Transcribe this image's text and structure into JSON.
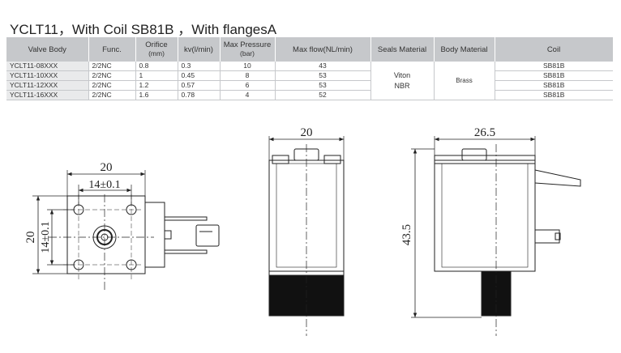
{
  "title": "YCLT11，With Coil SB81B ，With flangesA",
  "table": {
    "headers": {
      "valve_body": "Valve Body",
      "func": "Func.",
      "orifice": "Orifice",
      "orifice_unit": "(mm)",
      "kv": "kv(l/min)",
      "max_pressure": "Max Pressure",
      "max_pressure_unit": "(bar)",
      "max_flow": "Max flow(NL/min)",
      "seals": "Seals Material",
      "body_material": "Body Material",
      "coil": "Coil"
    },
    "rows": [
      {
        "valve_body": "YCLT11-08XXX",
        "func": "2/2NC",
        "orifice": "0.8",
        "kv": "0.3",
        "pressure": "10",
        "flow": "43",
        "coil": "SB81B"
      },
      {
        "valve_body": "YCLT11-10XXX",
        "func": "2/2NC",
        "orifice": "1",
        "kv": "0.45",
        "pressure": "8",
        "flow": "53",
        "coil": "SB81B"
      },
      {
        "valve_body": "YCLT11-12XXX",
        "func": "2/2NC",
        "orifice": "1.2",
        "kv": "0.57",
        "pressure": "6",
        "flow": "53",
        "coil": "SB81B"
      },
      {
        "valve_body": "YCLT11-16XXX",
        "func": "2/2NC",
        "orifice": "1.6",
        "kv": "0.78",
        "pressure": "4",
        "flow": "52",
        "coil": "SB81B"
      }
    ],
    "seals_line1": "Viton",
    "seals_line2": "NBR",
    "body_material": "Brass"
  },
  "drawings": {
    "front_width": "20",
    "front_hole_spacing_h": "14±0.1",
    "front_height": "20",
    "front_hole_spacing_v": "14±0.1",
    "side_width": "20",
    "profile_width": "26.5",
    "profile_height": "43.5"
  }
}
